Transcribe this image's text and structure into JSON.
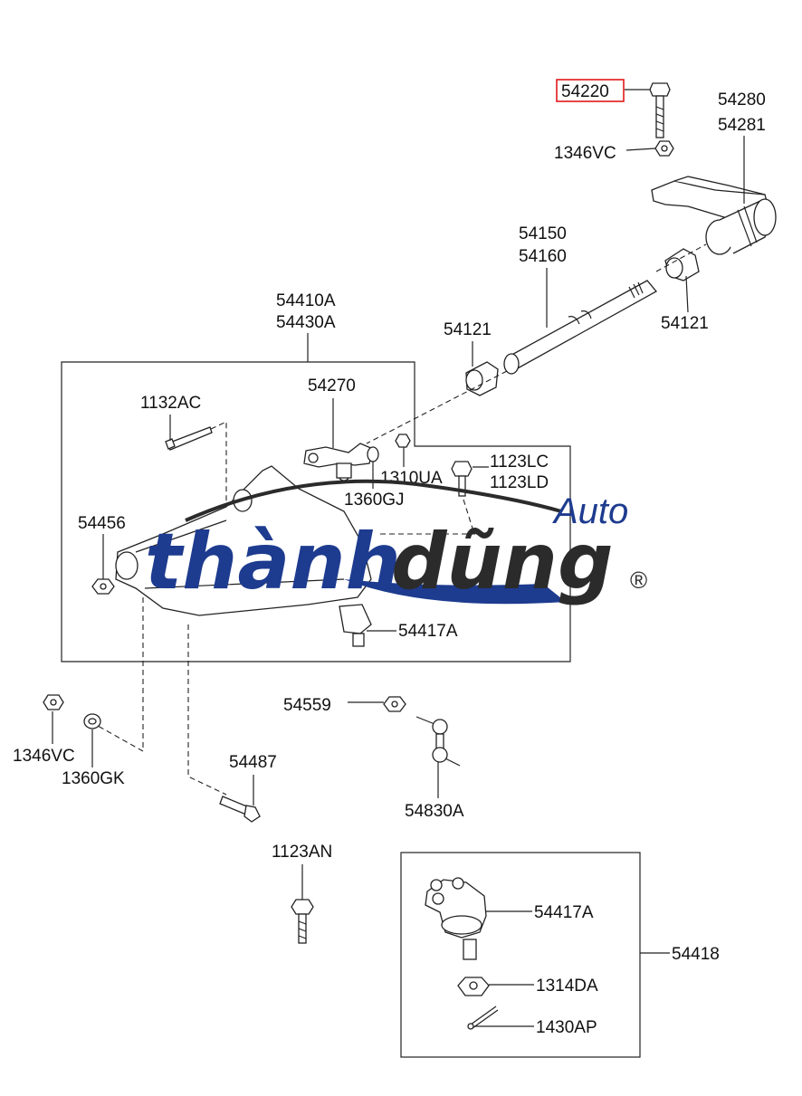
{
  "diagram": {
    "labels": {
      "p54220": "54220",
      "p54280": "54280",
      "p54281": "54281",
      "p1346vc_top": "1346VC",
      "p54150": "54150",
      "p54160": "54160",
      "p54121_right": "54121",
      "p54121_left": "54121",
      "p54410a": "54410A",
      "p54430a": "54430A",
      "p54270": "54270",
      "p1132ac": "1132AC",
      "p1123lc": "1123LC",
      "p1123ld": "1123LD",
      "p1310ua": "1310UA",
      "p1360gj": "1360GJ",
      "p54456": "54456",
      "p54417a_top": "54417A",
      "p54559": "54559",
      "p1346vc_bottom": "1346VC",
      "p1360gk": "1360GK",
      "p54487": "54487",
      "p54830a": "54830A",
      "p1123an": "1123AN",
      "p54417a_box": "54417A",
      "p54418": "54418",
      "p1314da": "1314DA",
      "p1430ap": "1430AP"
    },
    "highlight_color": "#e0191b"
  },
  "watermark": {
    "brand": "thành",
    "brand2": "dũng",
    "suffix": "Auto",
    "registered": "®",
    "color_primary": "#1d3b8f",
    "color_secondary": "#2b2b2b"
  }
}
